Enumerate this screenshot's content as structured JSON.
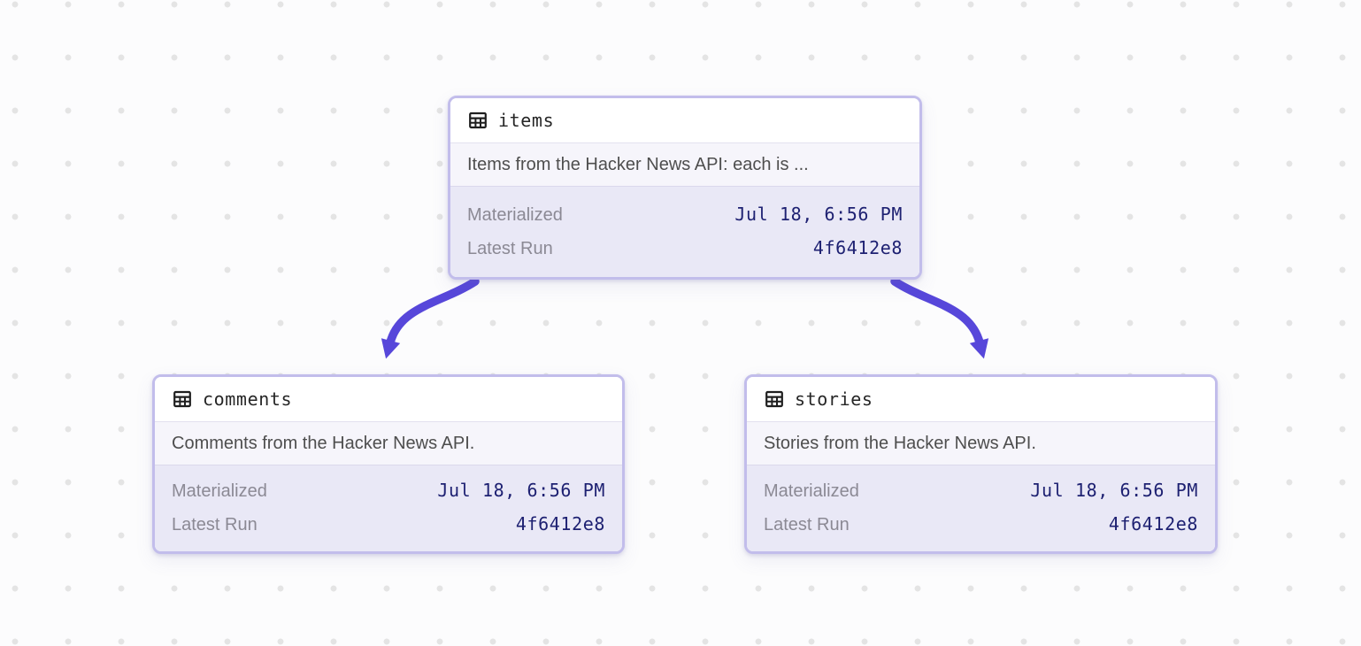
{
  "canvas": {
    "background_color": "#FCFCFD",
    "dot_color": "#E4E4E4"
  },
  "colors": {
    "edge": "#5747DA",
    "node_border": "#C2BDEB",
    "header_bg": "#FFFFFF",
    "description_bg": "#F6F5FB",
    "stats_bg": "#E9E8F6",
    "title_text": "#262626",
    "description_text": "#4E4E4E",
    "label_text": "#8B8994",
    "value_text": "#1E2172"
  },
  "nodes": [
    {
      "id": "items",
      "icon": "table-icon",
      "title": "items",
      "description": "Items from the Hacker News API: each is ...",
      "stats": [
        {
          "label": "Materialized",
          "value": "Jul 18, 6:56 PM"
        },
        {
          "label": "Latest Run",
          "value": "4f6412e8"
        }
      ]
    },
    {
      "id": "comments",
      "icon": "table-icon",
      "title": "comments",
      "description": "Comments from the Hacker News API.",
      "stats": [
        {
          "label": "Materialized",
          "value": "Jul 18, 6:56 PM"
        },
        {
          "label": "Latest Run",
          "value": "4f6412e8"
        }
      ]
    },
    {
      "id": "stories",
      "icon": "table-icon",
      "title": "stories",
      "description": "Stories from the Hacker News API.",
      "stats": [
        {
          "label": "Materialized",
          "value": "Jul 18, 6:56 PM"
        },
        {
          "label": "Latest Run",
          "value": "4f6412e8"
        }
      ]
    }
  ],
  "edges": [
    {
      "from": "items",
      "to": "comments"
    },
    {
      "from": "items",
      "to": "stories"
    }
  ]
}
